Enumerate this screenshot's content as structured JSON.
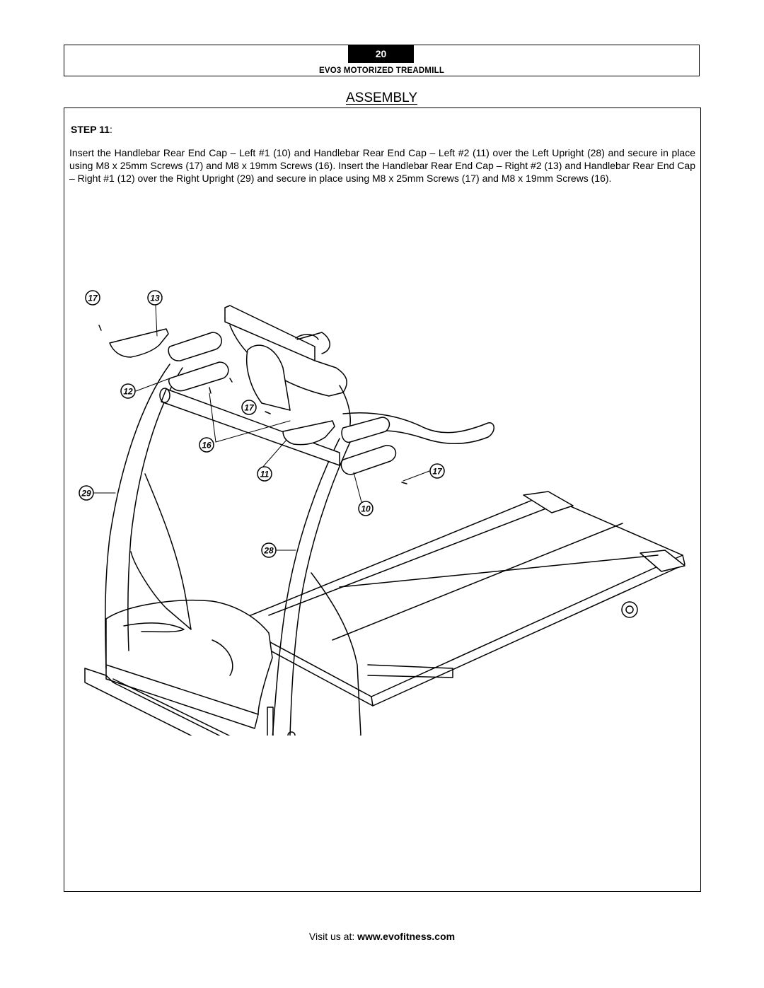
{
  "header": {
    "page_number": "20",
    "document_title": "EVO3 MOTORIZED TREADMILL"
  },
  "section": {
    "heading": "ASSEMBLY"
  },
  "step": {
    "label": "STEP 11",
    "suffix": ":",
    "instructions": "Insert the Handlebar Rear End Cap – Left #1 (10) and Handlebar Rear End Cap – Left #2 (11) over the Left Upright (28) and secure in place using M8 x 25mm Screws (17) and M8 x 19mm Screws (16).  Insert the Handlebar Rear End Cap – Right #2 (13) and Handlebar Rear End Cap – Right #1 (12) over the Right Upright (29) and secure in place using M8 x 25mm Screws (17) and M8 x 19mm Screws (16)."
  },
  "diagram": {
    "callouts": [
      {
        "label": "17"
      },
      {
        "label": "13"
      },
      {
        "label": "12"
      },
      {
        "label": "17"
      },
      {
        "label": "16"
      },
      {
        "label": "11"
      },
      {
        "label": "17"
      },
      {
        "label": "29"
      },
      {
        "label": "10"
      },
      {
        "label": "28"
      }
    ]
  },
  "footer": {
    "prefix": "Visit us at: ",
    "url": "www.evofitness.com"
  }
}
